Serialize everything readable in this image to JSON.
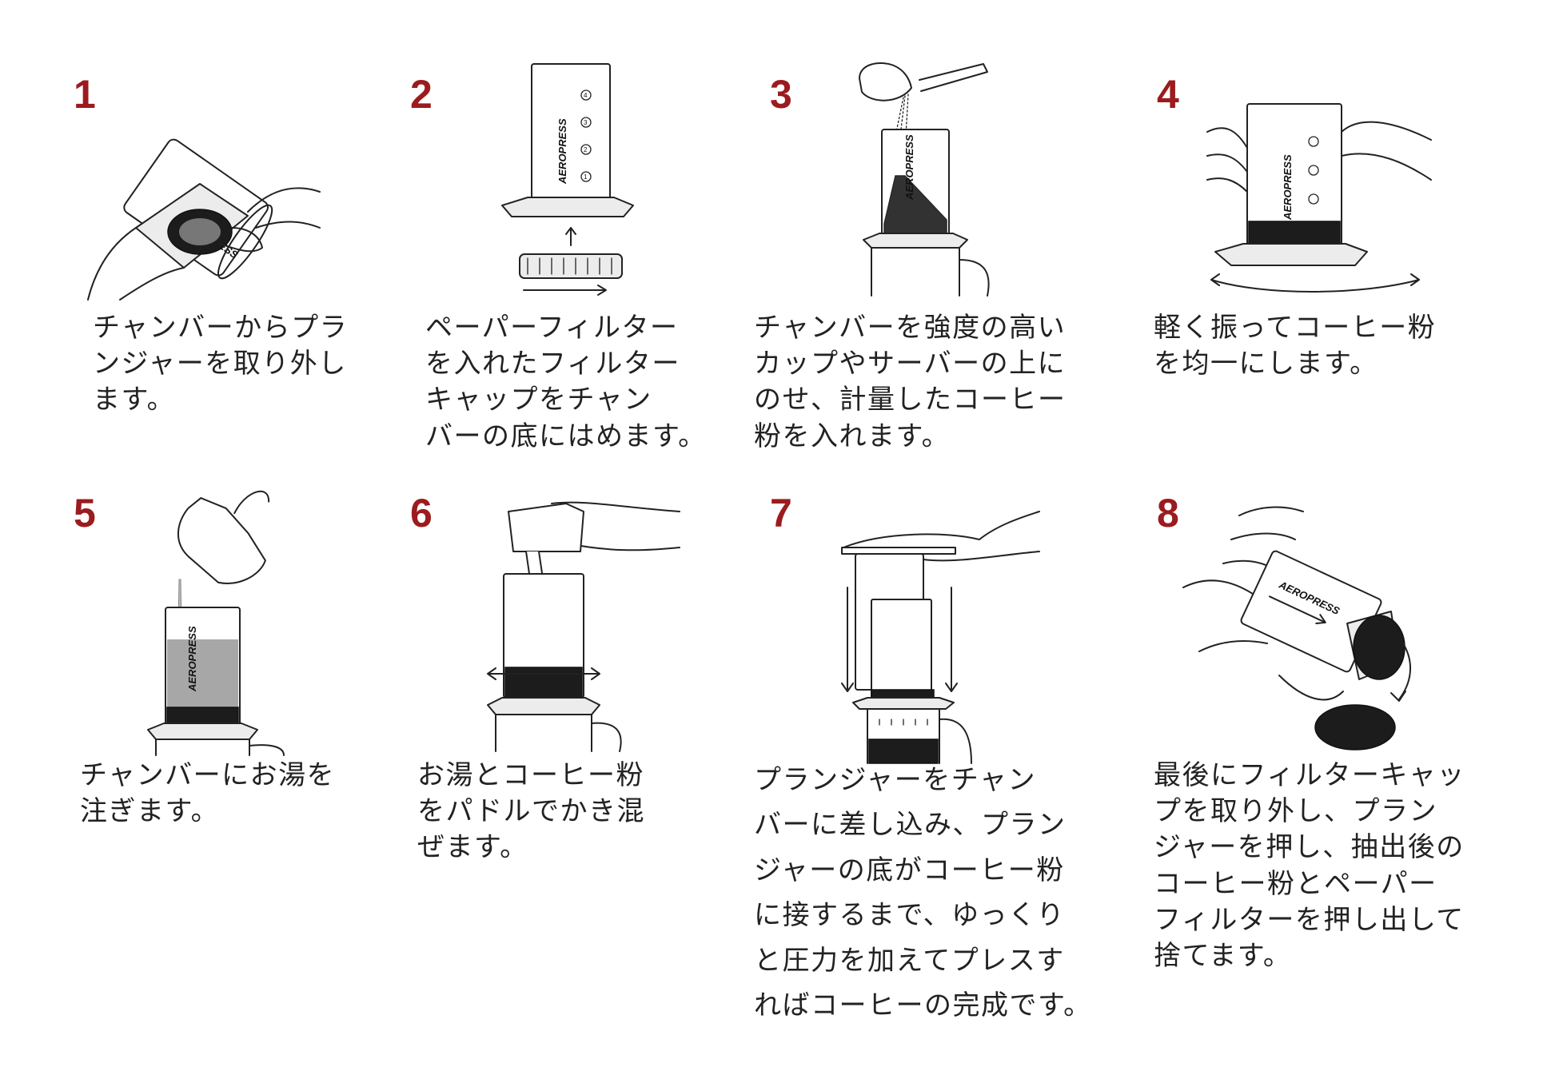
{
  "accent_color": "#9b1b1e",
  "brand_logo": "AEROPRESS",
  "chamber_marks": [
    "1",
    "2",
    "3",
    "4"
  ],
  "steps": [
    {
      "number": "1",
      "text": "チャンバーからプラ\nンジャーを取り外し\nます。"
    },
    {
      "number": "2",
      "text": "ペーパーフィルター\nを入れたフィルター\nキャップをチャン\nバーの底にはめます。"
    },
    {
      "number": "3",
      "text": "チャンバーを強度の高い\nカップやサーバーの上に\nのせ、計量したコーヒー\n粉を入れます。"
    },
    {
      "number": "4",
      "text": "軽く振ってコーヒー粉\nを均一にします。"
    },
    {
      "number": "5",
      "text": "チャンバーにお湯を\n注ぎます。"
    },
    {
      "number": "6",
      "text": "お湯とコーヒー粉\nをパドルでかき混\nぜます。"
    },
    {
      "number": "7",
      "text": "プランジャーをチャン\nバーに差し込み、プラン\nジャーの底がコーヒー粉\nに接するまで、ゆっくり\nと圧力を加えてプレスす\nればコーヒーの完成です。"
    },
    {
      "number": "8",
      "text": "最後にフィルターキャッ\nプを取り外し、プラン\nジャーを押し、抽出後の\nコーヒー粉とペーパー\nフィルターを押し出して\n捨てます。"
    }
  ]
}
